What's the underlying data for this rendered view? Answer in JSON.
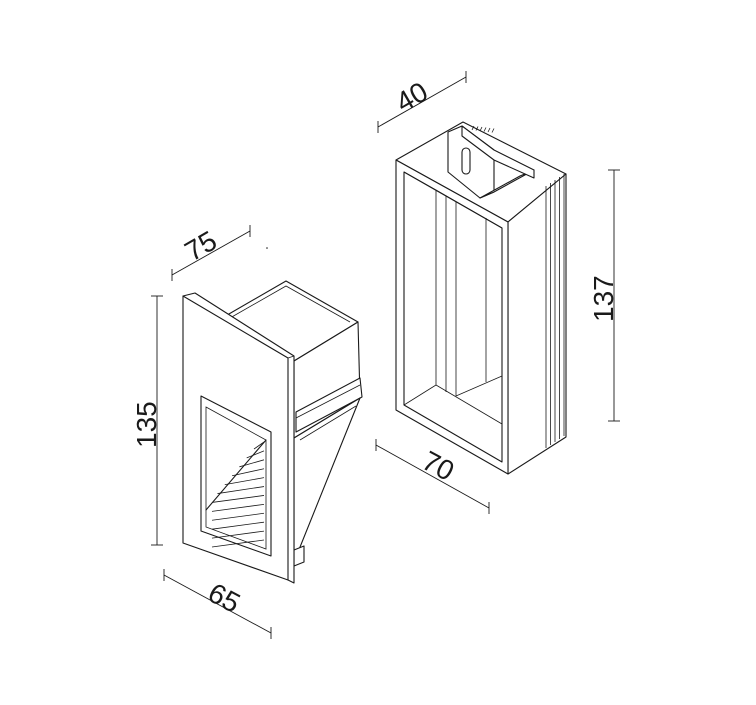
{
  "drawing": {
    "front_unit": {
      "dim_width": "65",
      "dim_height": "135",
      "dim_depth": "75"
    },
    "rear_box": {
      "dim_width": "70",
      "dim_height": "137",
      "dim_depth": "40"
    },
    "colors": {
      "line": "#1a1a1a",
      "background": "#ffffff"
    }
  }
}
